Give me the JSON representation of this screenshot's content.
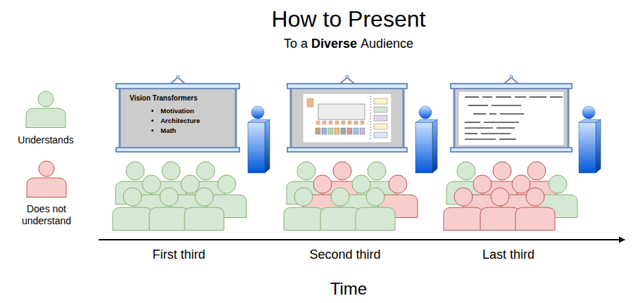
{
  "diagram": {
    "title": "How to Present",
    "nodes": [
      {
        "text": [
          "Vision Transformers",
          "Motivation",
          "Architecture",
          "Math"
        ]
      }
    ],
    "labels": [
      "To a",
      "Diverse",
      "Audience",
      "First third",
      "Second third",
      "Last third",
      "Time"
    ],
    "legend": [
      {
        "text": "Understands",
        "color": "#d5e8d4"
      },
      {
        "text": "Does not understand",
        "color": "#f8cecc"
      }
    ]
  }
}
